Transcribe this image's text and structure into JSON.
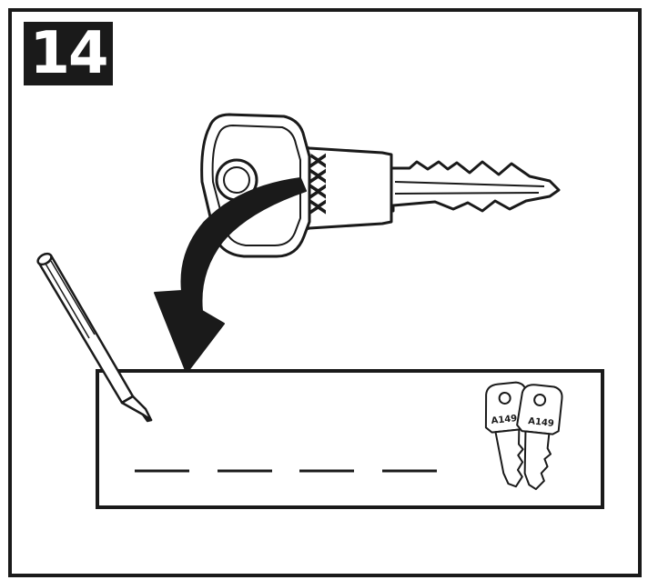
{
  "step": {
    "number": "14"
  },
  "large_key": {
    "code": "XXXX"
  },
  "small_keys": [
    {
      "code": "A149"
    },
    {
      "code": "A149"
    }
  ],
  "card": {
    "blank_count": 4
  },
  "colors": {
    "ink": "#1a1a1a",
    "background": "#ffffff"
  },
  "icons": [
    "large-key-icon",
    "curved-arrow-icon",
    "pen-icon",
    "key-pair-icon"
  ]
}
